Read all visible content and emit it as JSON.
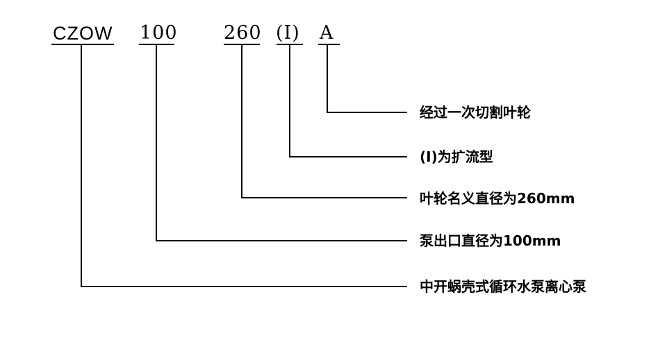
{
  "codes": {
    "type": "CZOW",
    "outlet": "100",
    "impeller": "260",
    "variant": "(I)",
    "cut": "A"
  },
  "descriptions": {
    "cut": "经过一次切割叶轮",
    "variant": "(I)为扩流型",
    "impeller": "叶轮名义直径为260mm",
    "outlet": "泵出口直径为100mm",
    "type": "中开蜗壳式循环水泵离心泵"
  }
}
